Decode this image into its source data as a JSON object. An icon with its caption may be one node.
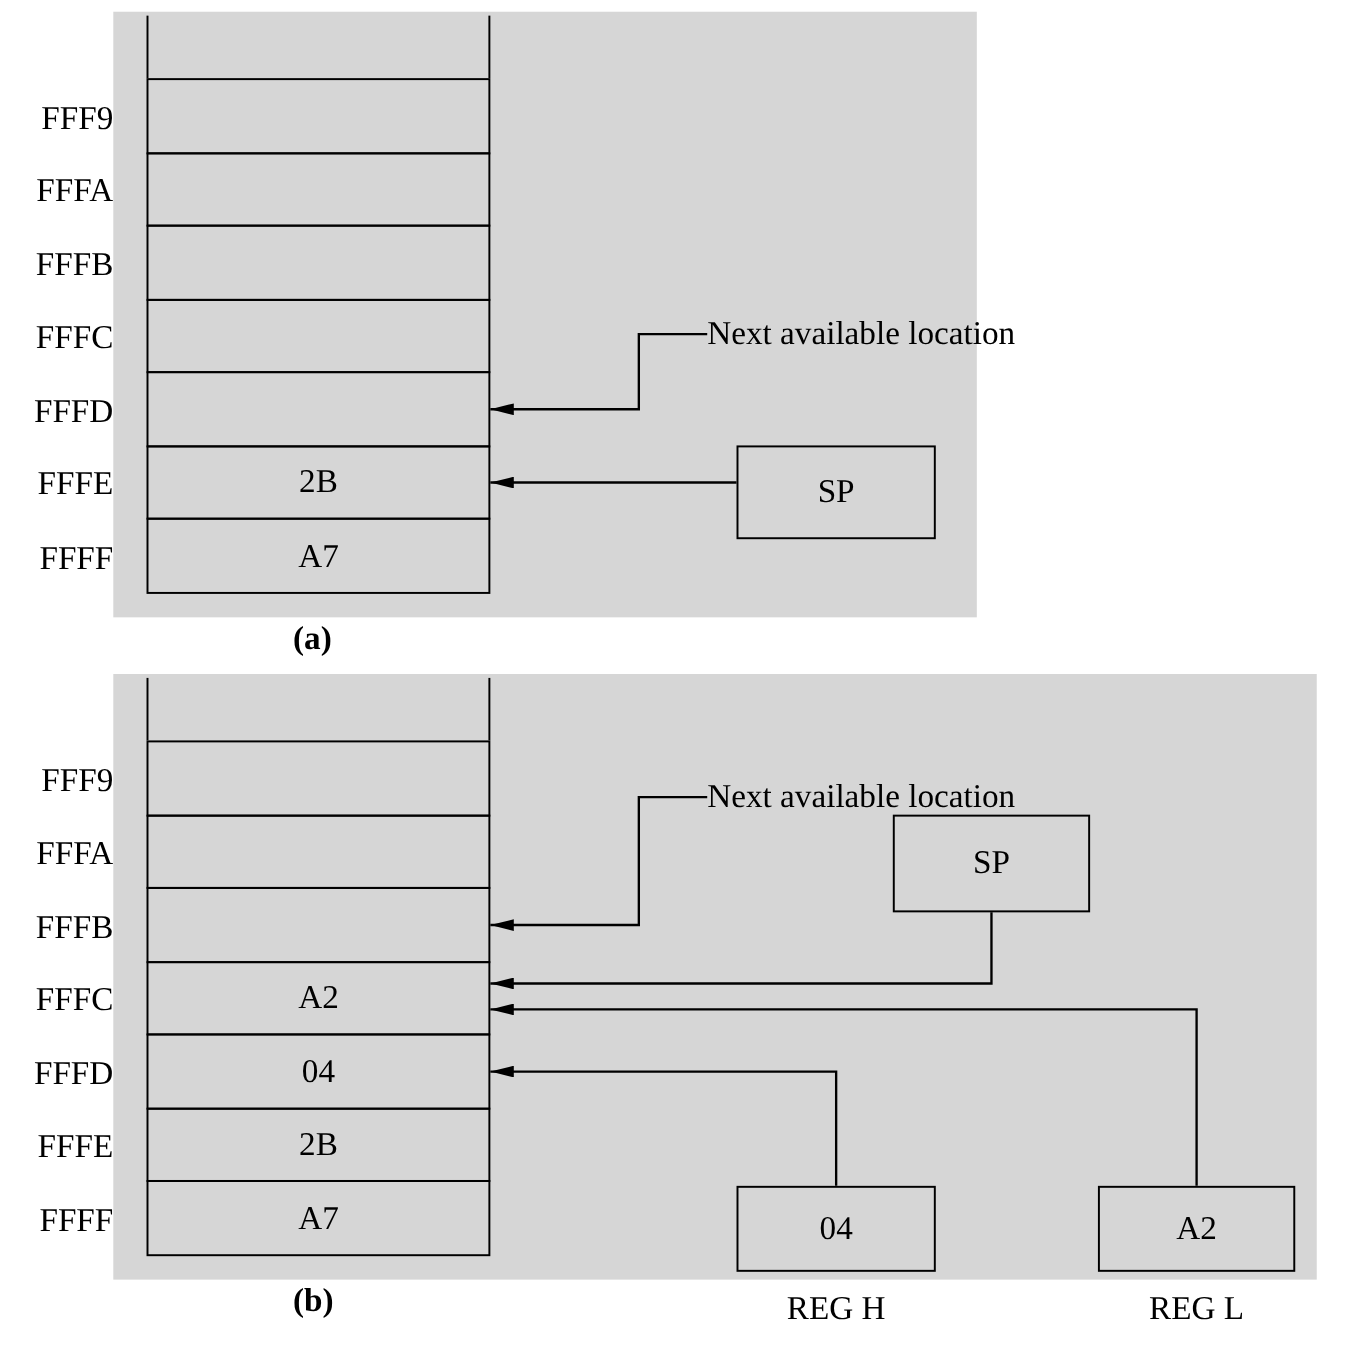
{
  "diagram": {
    "nodes": [
      {
        "text": [
          "(a)"
        ]
      },
      {
        "text": [],
        "shape": "box",
        "beside": [
          "FFF9"
        ],
        "in": 0
      },
      {
        "text": [],
        "shape": "box",
        "beside": [
          "FFFA"
        ],
        "in": 0
      },
      {
        "text": [],
        "shape": "box",
        "beside": [
          "FFFB"
        ],
        "in": 0
      },
      {
        "text": [],
        "shape": "box",
        "beside": [
          "FFFC"
        ],
        "in": 0
      },
      {
        "text": [],
        "shape": "box",
        "beside": [
          "FFFD"
        ],
        "in": 0
      },
      {
        "text": [
          "2B"
        ],
        "beside": [
          "FFFE"
        ],
        "in": 0
      },
      {
        "text": [
          "A7"
        ],
        "beside": [
          "FFFF"
        ],
        "in": 0
      },
      {
        "text": [
          "Next available location"
        ],
        "in": 0
      },
      {
        "text": [
          "SP"
        ],
        "in": 0
      },
      {
        "text": [
          "(b)"
        ]
      },
      {
        "text": [],
        "shape": "box",
        "beside": [
          "FFF9"
        ],
        "in": 10
      },
      {
        "text": [],
        "shape": "box",
        "beside": [
          "FFFA"
        ],
        "in": 10
      },
      {
        "text": [],
        "shape": "box",
        "beside": [
          "FFFB"
        ],
        "in": 10
      },
      {
        "text": [
          "A2"
        ],
        "beside": [
          "FFFC"
        ],
        "in": 10
      },
      {
        "text": [
          "04"
        ],
        "beside": [
          "FFFD"
        ],
        "in": 10
      },
      {
        "text": [
          "2B"
        ],
        "beside": [
          "FFFE"
        ],
        "in": 10
      },
      {
        "text": [
          "A7"
        ],
        "beside": [
          "FFFF"
        ],
        "in": 10
      },
      {
        "text": [
          "Next available location"
        ],
        "in": 10
      },
      {
        "text": [
          "SP"
        ],
        "in": 10
      },
      {
        "text": [
          "04"
        ],
        "beside": [
          "REG H"
        ],
        "in": 10
      },
      {
        "text": [
          "A2"
        ],
        "beside": [
          "REG L"
        ],
        "in": 10
      }
    ],
    "edges": [
      {
        "from": 8,
        "to": 5,
        "arrow": "to"
      },
      {
        "from": 9,
        "to": 6,
        "arrow": "to"
      },
      {
        "from": 18,
        "to": 13,
        "arrow": "to"
      },
      {
        "from": 19,
        "to": 14,
        "arrow": "to"
      },
      {
        "from": 21,
        "to": 14,
        "arrow": "to"
      },
      {
        "from": 20,
        "to": 15,
        "arrow": "to"
      }
    ]
  }
}
